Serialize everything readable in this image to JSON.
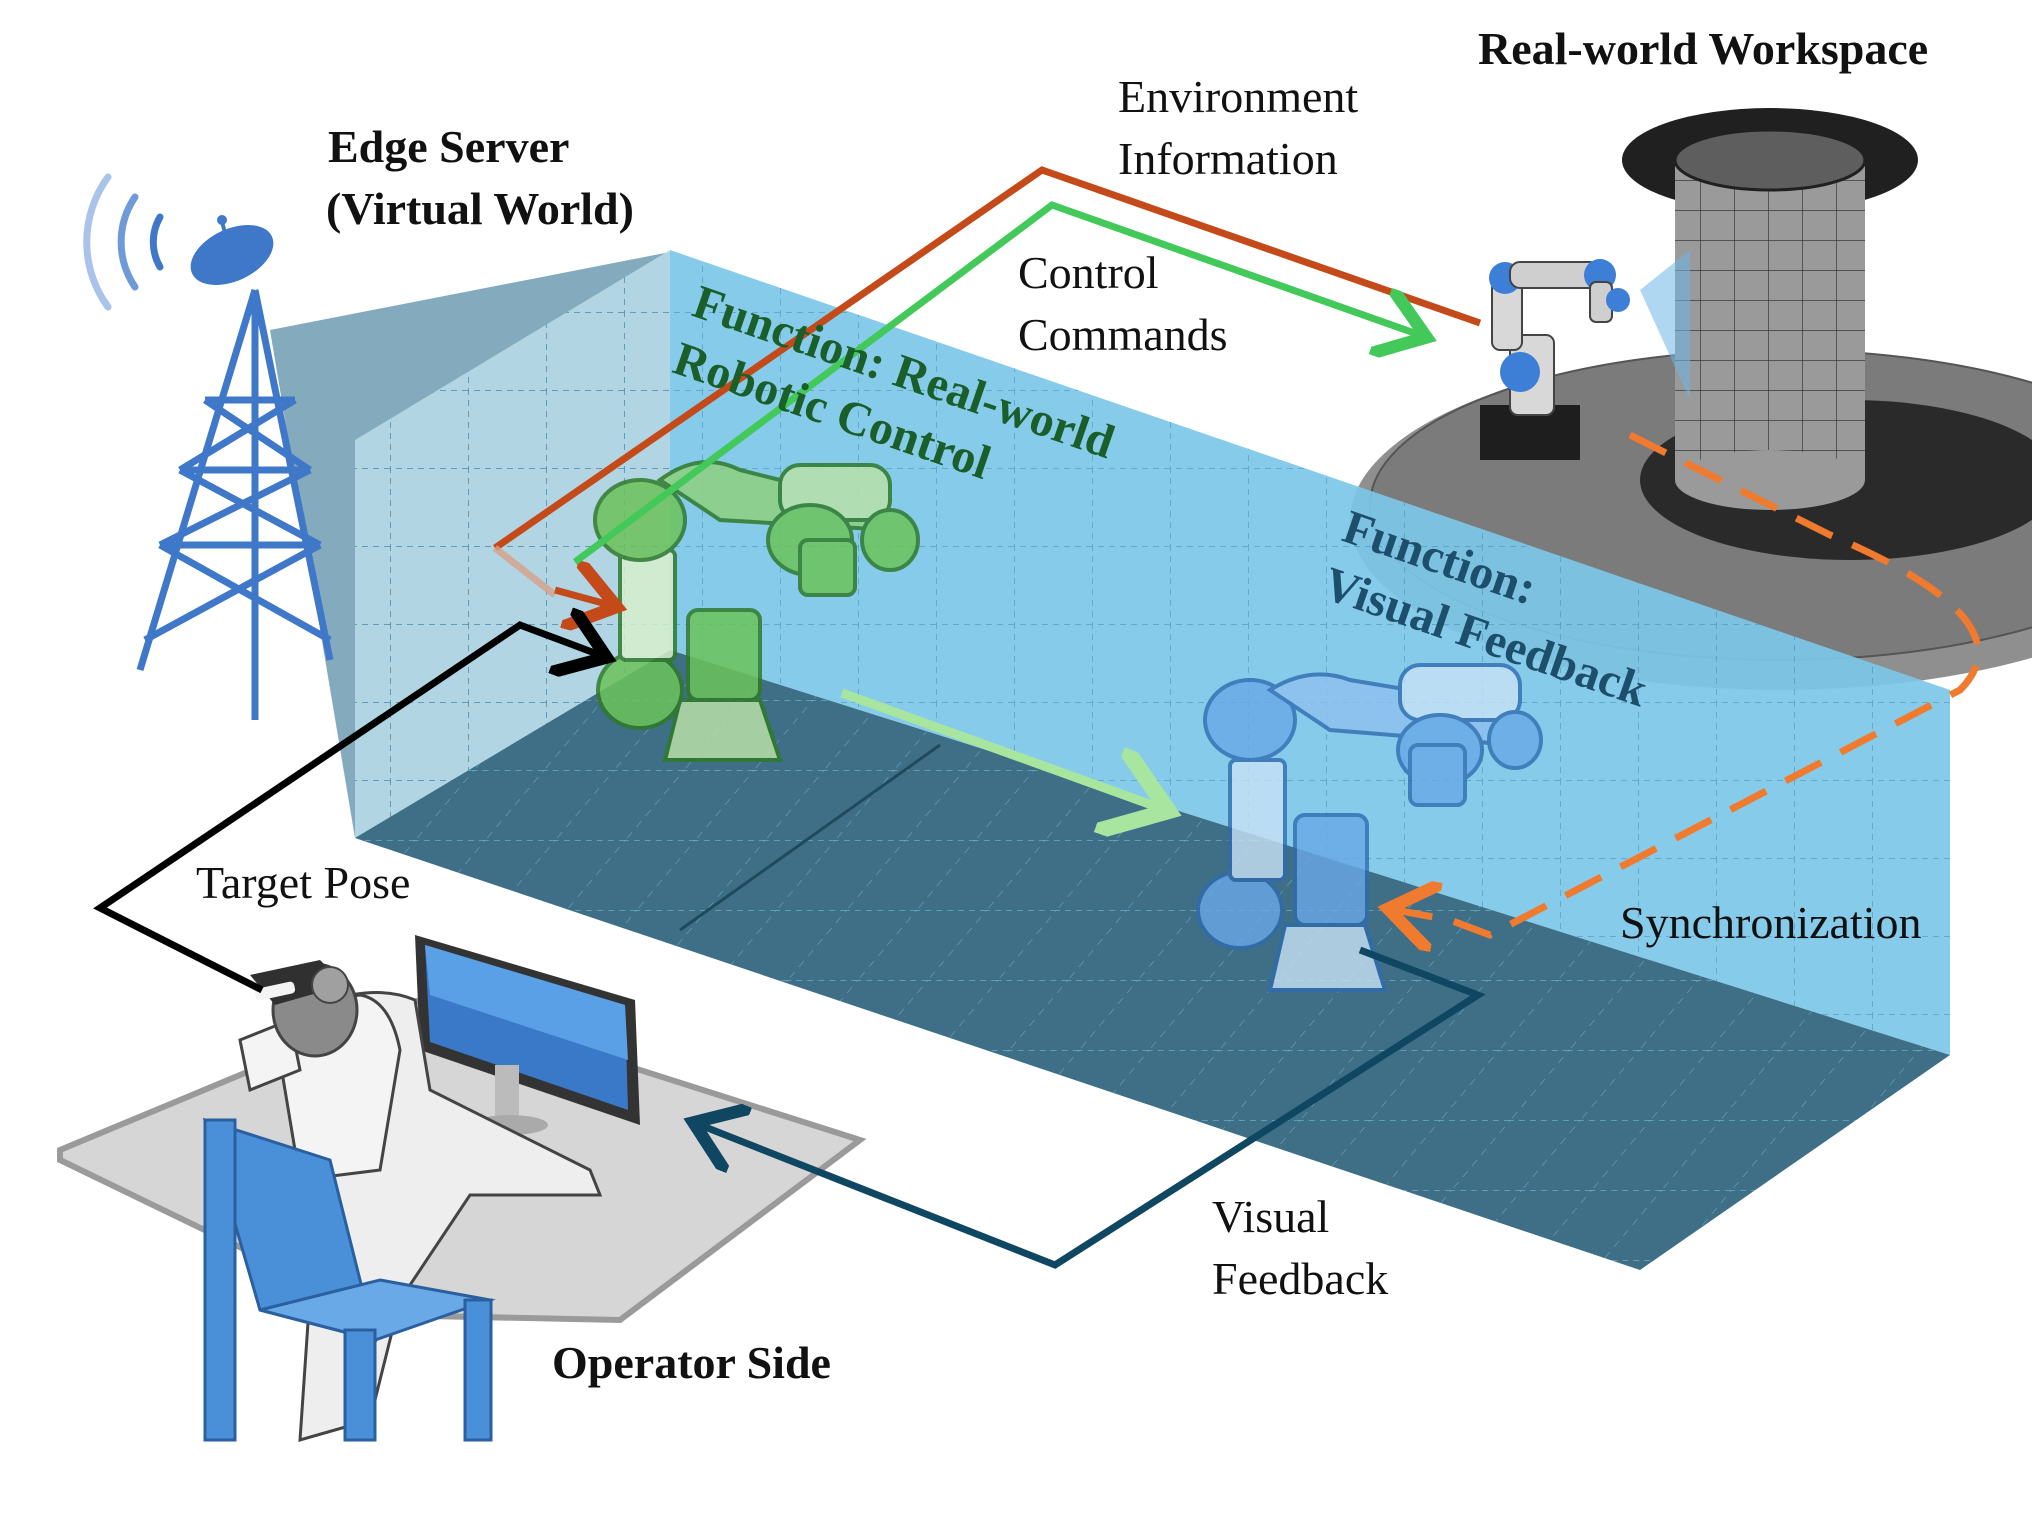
{
  "labels": {
    "edge_server_line1": "Edge Server",
    "edge_server_line2": "(Virtual World)",
    "real_world_workspace": "Real-world Workspace",
    "environment_info_line1": "Environment",
    "environment_info_line2": "Information",
    "control_commands_line1": "Control",
    "control_commands_line2": "Commands",
    "function_robotic_line1": "Function: Real-world",
    "function_robotic_line2": "Robotic Control",
    "function_visual_line1": "Function:",
    "function_visual_line2": "Visual Feedback",
    "target_pose": "Target Pose",
    "synchronization": "Synchronization",
    "visual_feedback_line1": "Visual",
    "visual_feedback_line2": "Feedback",
    "operator_side": "Operator Side"
  },
  "colors": {
    "environment_info_arrow": "#c44a1a",
    "control_commands_arrow": "#43c85a",
    "synchronization_arrow": "#f07a2e",
    "visual_feedback_arrow": "#0f4662",
    "target_pose_arrow": "#000000",
    "virtual_wall": "#7cc8e8",
    "virtual_floor": "#3e6f86",
    "tower": "#3f78c8",
    "chair": "#4a90d9",
    "green_robot": "#6cc35a",
    "blue_robot": "#6aa9e8",
    "function_robotic_text": "#1a5e2a",
    "function_visual_text": "#1d4f6d"
  },
  "icons": [
    "signal-tower-icon",
    "wifi-waves-icon",
    "satellite-dish-icon",
    "vr-headset-icon",
    "monitor-icon",
    "chair-icon",
    "robot-arm-icon"
  ]
}
